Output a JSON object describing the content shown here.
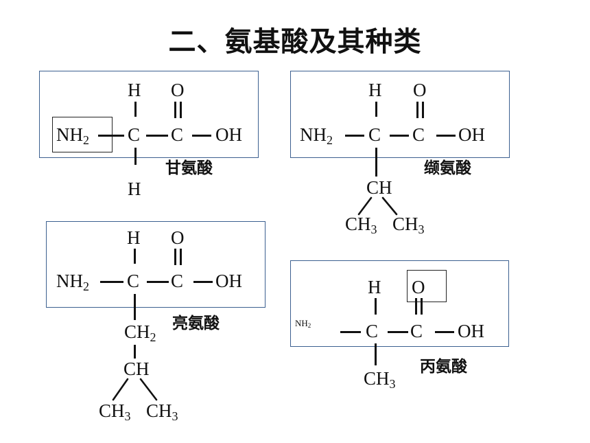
{
  "title": "二、氨基酸及其种类",
  "atoms": {
    "H": "H",
    "O": "O",
    "C": "C",
    "OH": "OH",
    "NH": "NH",
    "CH": "CH",
    "sub2": "2",
    "sub3": "3"
  },
  "amino_acids": [
    {
      "name": "甘氨酸",
      "highlight": "amino-group"
    },
    {
      "name": "缬氨酸"
    },
    {
      "name": "亮氨酸"
    },
    {
      "name": "丙氨酸",
      "highlight": "carbonyl-oxygen"
    }
  ]
}
